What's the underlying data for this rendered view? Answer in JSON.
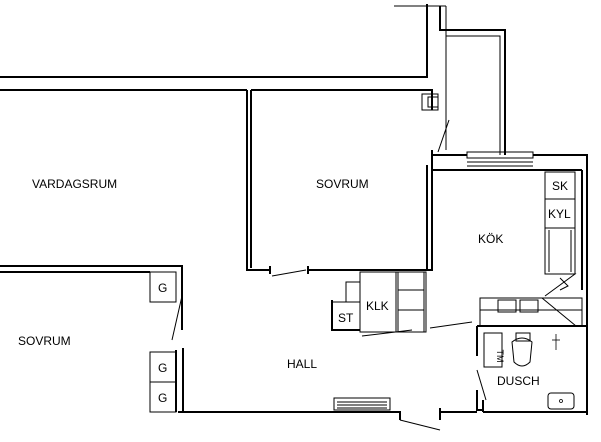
{
  "rooms": {
    "vardagsrum": "VARDAGSRUM",
    "sovrum_top": "SOVRUM",
    "sovrum_left": "SOVRUM",
    "kok": "KÖK",
    "hall": "HALL",
    "dusch": "DUSCH"
  },
  "fixtures": {
    "sk": "SK",
    "kyl": "KYL",
    "klk": "KLK",
    "st": "ST",
    "g1": "G",
    "g2": "G",
    "g3": "G",
    "tm": "TM"
  }
}
